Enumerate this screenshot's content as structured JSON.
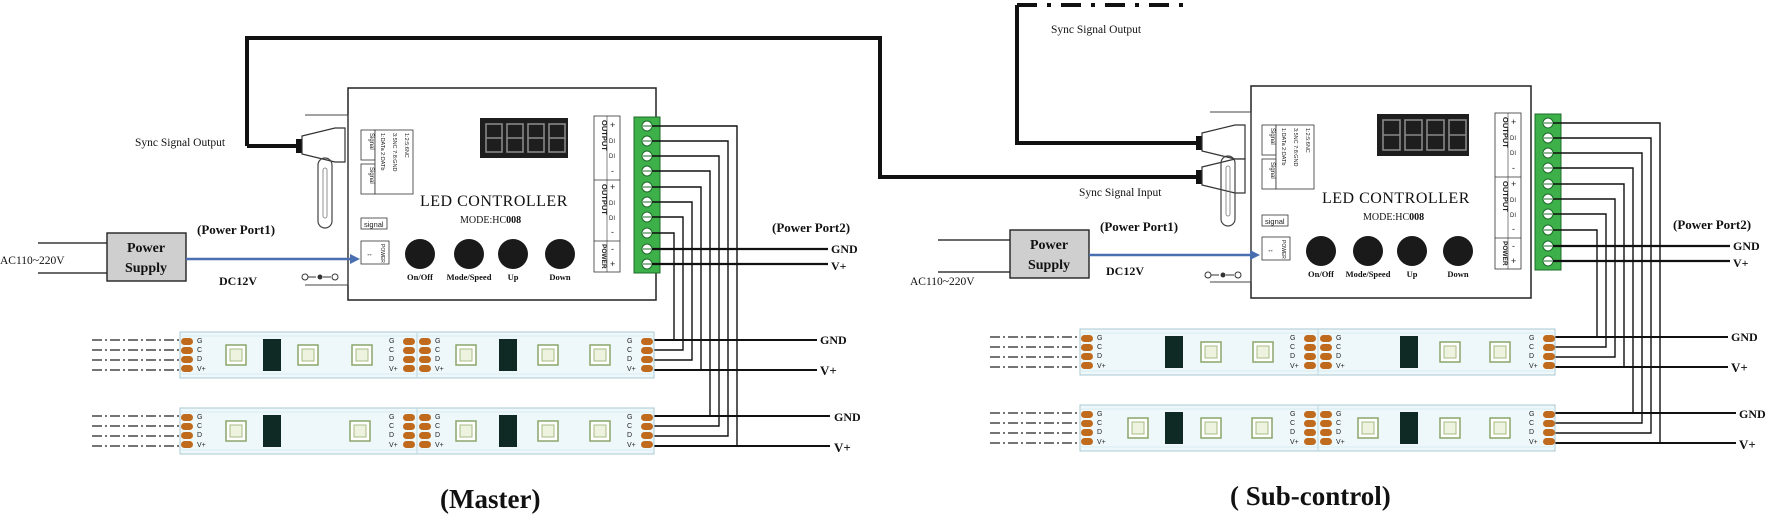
{
  "master": {
    "title": "(Master)",
    "sync_output_label": "Sync Signal Output",
    "ac_label": "AC110~220V",
    "power_supply_line1": "Power",
    "power_supply_line2": "Supply",
    "power_port1_label": "(Power Port1)",
    "dc_label": "DC12V",
    "power_port2_label": "(Power Port2)",
    "gnd_label": "GND",
    "vplus_label": "V+",
    "strip1_gnd": "GND",
    "strip1_vplus": "V+",
    "strip2_gnd": "GND",
    "strip2_vplus": "V+"
  },
  "sub": {
    "title": "( Sub-control)",
    "sync_output_label": "Sync Signal Output",
    "sync_input_label": "Sync Signal Input",
    "ac_label": "AC110~220V",
    "power_supply_line1": "Power",
    "power_supply_line2": "Supply",
    "power_port1_label": "(Power Port1)",
    "dc_label": "DC12V",
    "power_port2_label": "(Power Port2)",
    "gnd_label": "GND",
    "vplus_label": "V+",
    "strip1_gnd": "GND",
    "strip1_vplus": "V+",
    "strip2_gnd": "GND",
    "strip2_vplus": "V+"
  },
  "controller": {
    "brand": "LED  CONTROLLER",
    "mode_prefix": "MODE:HC",
    "mode_code": "008",
    "buttons": [
      "On/Off",
      "Mode/Speed",
      "Up",
      "Down"
    ],
    "signal_tag": "signal",
    "output_label": "OUTPUT",
    "power_label": "POWER",
    "terminal_signs_out1": [
      "+",
      "DI",
      "DI",
      "-"
    ],
    "terminal_signs_out2": [
      "+",
      "DI",
      "DI",
      "-"
    ],
    "terminal_signs_power": [
      "-",
      "+"
    ],
    "pin_table_1": "1:DATa 2:DATb",
    "pin_table_2": "3:5NC   7:8:GND",
    "pin_table_3": "1:2:5:6NC",
    "signal_in_tag": "Signal",
    "signal_out_tag": "Signal",
    "power_tag": "POWER"
  },
  "strip": {
    "pad_labels": [
      "G",
      "C",
      "D",
      "V+"
    ]
  }
}
